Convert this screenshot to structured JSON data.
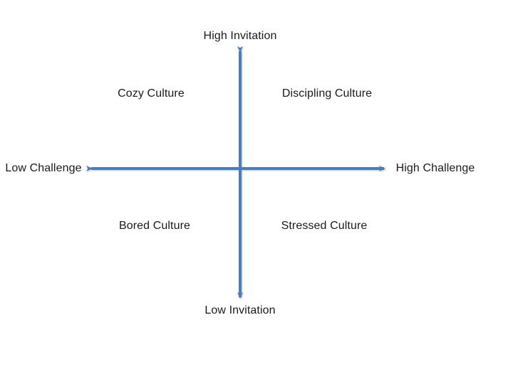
{
  "diagram": {
    "type": "quadrant-diagram",
    "axes": {
      "vertical": {
        "top_label": "High Invitation",
        "bottom_label": "Low Invitation"
      },
      "horizontal": {
        "left_label": "Low Challenge",
        "right_label": "High Challenge"
      }
    },
    "quadrants": [
      {
        "position": "top-left",
        "label": "Cozy Culture"
      },
      {
        "position": "top-right",
        "label": "Discipling Culture"
      },
      {
        "position": "bottom-left",
        "label": "Bored Culture"
      },
      {
        "position": "bottom-right",
        "label": "Stressed Culture"
      }
    ],
    "colors": {
      "axis": "#4a7ebb",
      "text": "#1a1a1a",
      "background": "#ffffff"
    }
  }
}
